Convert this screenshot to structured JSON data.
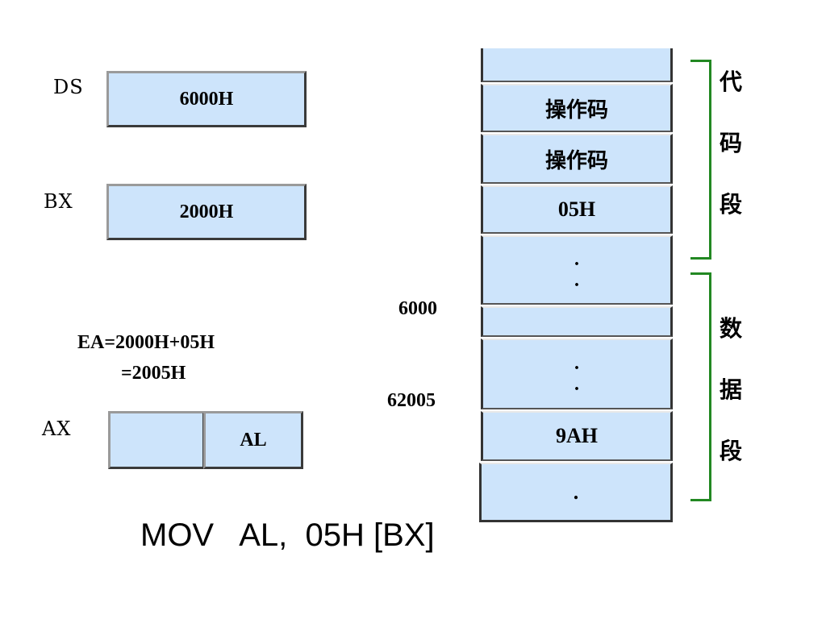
{
  "registers": {
    "ds": {
      "label": "DS",
      "value": "6000H"
    },
    "bx": {
      "label": "BX",
      "value": "2000H"
    },
    "ax": {
      "label": "AX",
      "low_label": "AL",
      "high_value": ""
    }
  },
  "ea": {
    "line1": "EA=2000H+05H",
    "line2": "=2005H"
  },
  "memory": {
    "cells": [
      {
        "text": ""
      },
      {
        "text": "操作码"
      },
      {
        "text": "操作码"
      },
      {
        "text": "05H"
      },
      {
        "text": ".",
        "text2": "."
      },
      {
        "text": ""
      },
      {
        "text": ".",
        "text2": "."
      },
      {
        "text": "9AH"
      },
      {
        "text": "."
      }
    ],
    "addresses": {
      "data_start": "6000",
      "target": "62005"
    }
  },
  "segments": {
    "code": [
      "代",
      "码",
      "段"
    ],
    "data": [
      "数",
      "据",
      "段"
    ]
  },
  "instruction": "MOV   AL,  05H [BX]",
  "colors": {
    "box_fill": "#cde4fb",
    "bracket": "#228822"
  }
}
